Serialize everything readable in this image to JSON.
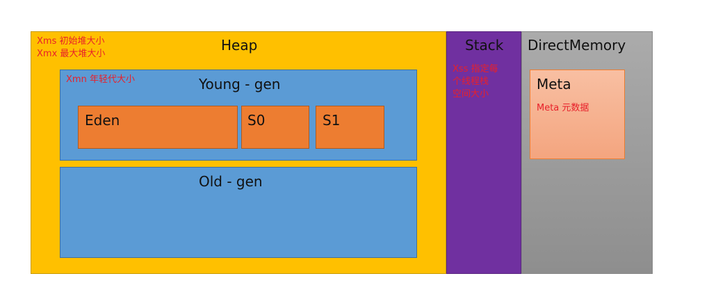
{
  "heap": {
    "title": "Heap",
    "note_lines": [
      "Xms 初始堆大小",
      "Xmx 最大堆大小"
    ]
  },
  "young": {
    "title": "Young - gen",
    "note": "Xmn 年轻代大小"
  },
  "eden": {
    "title": "Eden"
  },
  "s0": {
    "title": "S0"
  },
  "s1": {
    "title": "S1"
  },
  "old": {
    "title": "Old - gen"
  },
  "stack": {
    "title": "Stack",
    "note_lines": [
      "Xss 指定每",
      "个线程栈",
      "空间大小"
    ]
  },
  "direct": {
    "title": "DirectMemory"
  },
  "meta": {
    "title": "Meta",
    "note": "Meta 元数据"
  },
  "colors": {
    "heap": "#ffc000",
    "young_old": "#5b9bd5",
    "eden_survivor": "#ed7d31",
    "stack": "#7030a0",
    "direct": "#a0a0a0",
    "meta": "#f8b08e",
    "note_text": "#e8202a"
  }
}
